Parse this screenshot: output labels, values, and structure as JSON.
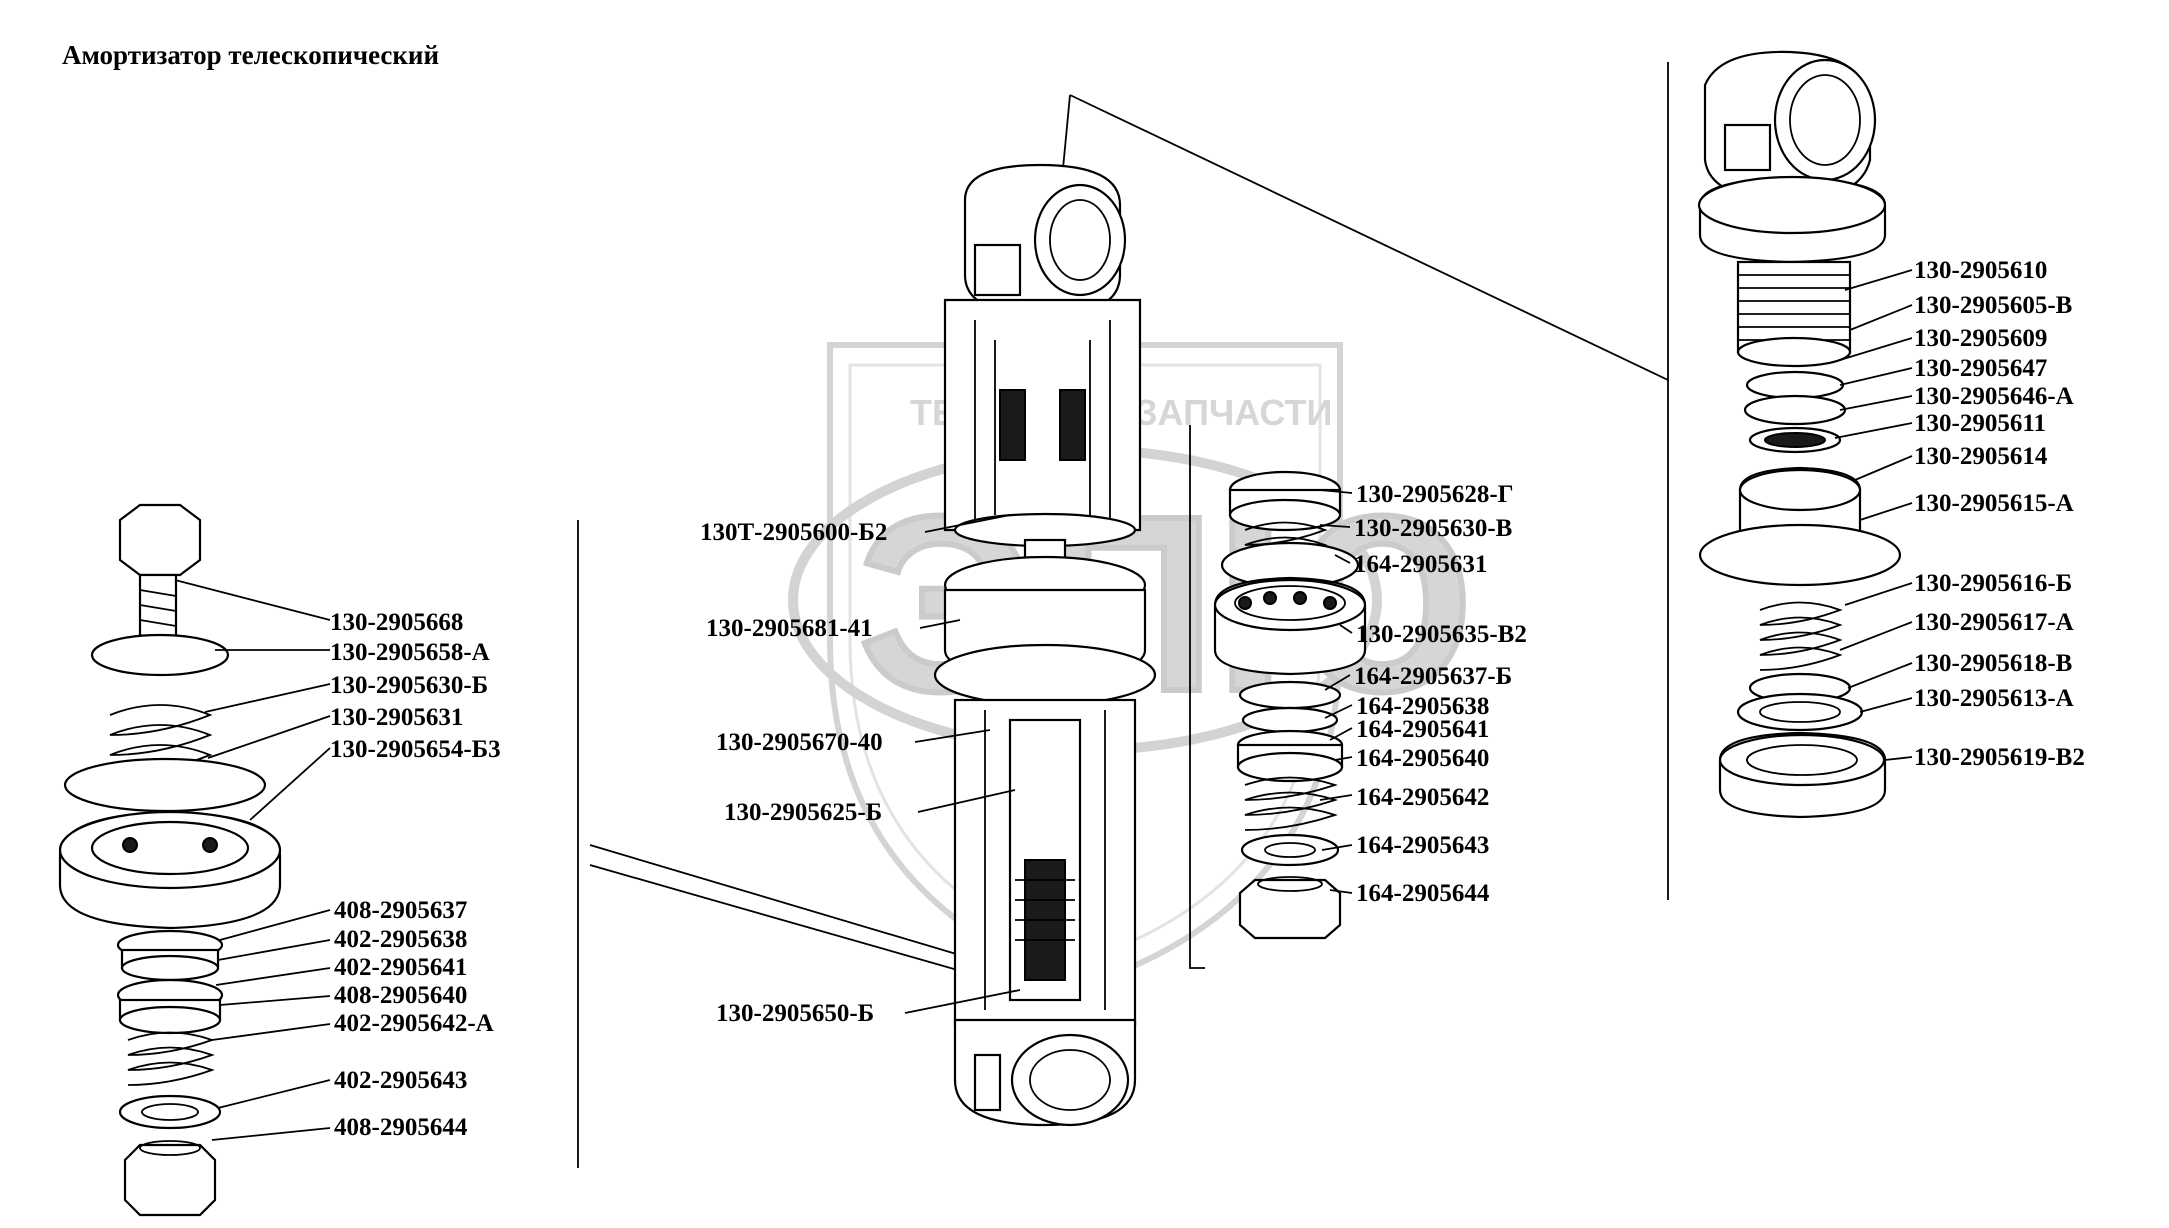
{
  "title": "Амортизатор телескопический",
  "watermark": {
    "line1": "ТЕХНИКА",
    "line2": "ЗАПЧАСТИ",
    "logo": "ЭПЮ"
  },
  "left_labels": [
    "130-2905668",
    "130-2905658-А",
    "130-2905630-Б",
    "130-2905631",
    "130-2905654-Б3",
    "408-2905637",
    "402-2905638",
    "402-2905641",
    "408-2905640",
    "402-2905642-А",
    "402-2905643",
    "408-2905644"
  ],
  "center_labels": [
    "130Т-2905600-Б2",
    "130-2905681-41",
    "130-2905670-40",
    "130-2905625-Б",
    "130-2905650-Б"
  ],
  "middle_right_labels": [
    "130-2905628-Г",
    "130-2905630-В",
    "164-2905631",
    "130-2905635-В2",
    "164-2905637-Б",
    "164-2905638",
    "164-2905641",
    "164-2905640",
    "164-2905642",
    "164-2905643",
    "164-2905644"
  ],
  "right_labels": [
    "130-2905610",
    "130-2905605-В",
    "130-2905609",
    "130-2905647",
    "130-2905646-А",
    "130-2905611",
    "130-2905614",
    "130-2905615-А",
    "130-2905616-Б",
    "130-2905617-А",
    "130-2905618-В",
    "130-2905613-А",
    "130-2905619-В2"
  ]
}
